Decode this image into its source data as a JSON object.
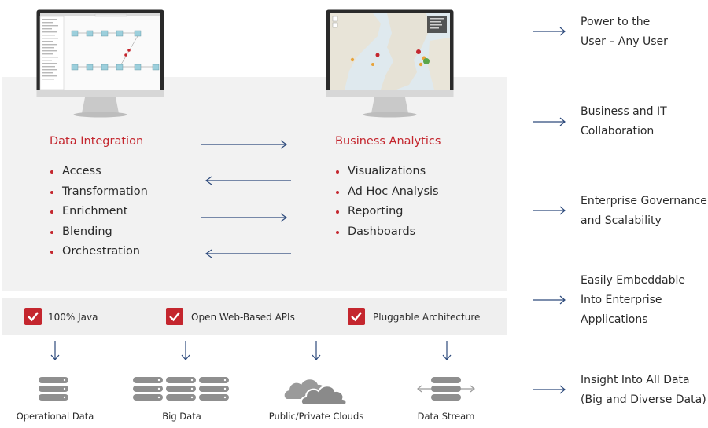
{
  "integration": {
    "title": "Data Integration",
    "items": [
      "Access",
      "Transformation",
      "Enrichment",
      "Blending",
      "Orchestration"
    ]
  },
  "analytics": {
    "title": "Business Analytics",
    "items": [
      "Visualizations",
      "Ad Hoc Analysis",
      "Reporting",
      "Dashboards"
    ]
  },
  "features": [
    {
      "label": "100% Java"
    },
    {
      "label": "Open Web-Based APIs"
    },
    {
      "label": "Pluggable Architecture"
    }
  ],
  "sources": [
    {
      "label": "Operational Data",
      "icon": "server-stack-icon"
    },
    {
      "label": "Big Data",
      "icon": "server-cluster-icon"
    },
    {
      "label": "Public/Private Clouds",
      "icon": "cloud-icon"
    },
    {
      "label": "Data Stream",
      "icon": "data-stream-icon"
    }
  ],
  "benefits": [
    {
      "line1": "Power to the",
      "line2": "User – Any User"
    },
    {
      "line1": "Business and IT",
      "line2": "Collaboration"
    },
    {
      "line1": "Enterprise Governance",
      "line2": "and Scalability"
    },
    {
      "line1": "Easily Embeddable",
      "line2": "Into Enterprise",
      "line3": "Applications"
    },
    {
      "line1": "Insight Into All Data",
      "line2": "(Big and Diverse Data)"
    }
  ],
  "colors": {
    "accent": "#c4262e",
    "arrow": "#2d4a7c",
    "panel": "#f2f2f2"
  }
}
